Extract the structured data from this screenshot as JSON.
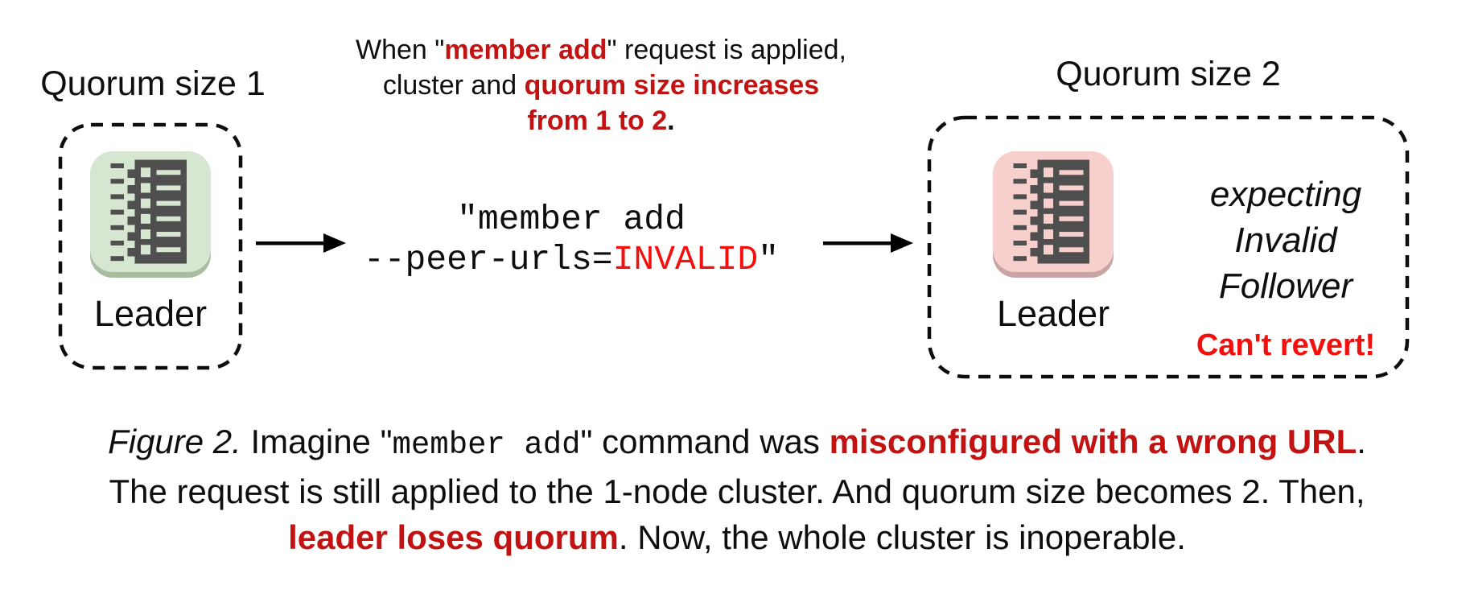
{
  "colors": {
    "red_accent": "#c21212",
    "red_bright": "#f50f0c",
    "node_green": "#d6e6d1",
    "node_green_shadow": "#a8bca0",
    "node_pink": "#f7d0ce",
    "node_pink_shadow": "#c8a5a4",
    "glyph_dark": "#4f4f4f",
    "text_black": "#0e0e0e"
  },
  "note": {
    "l1a": "When \"",
    "l1b": "member add",
    "l1c": "\" request is applied,",
    "l2a": "cluster and ",
    "l2b": "quorum size increases",
    "l3a": "from 1 to 2",
    "l3b": "."
  },
  "left_cluster": {
    "title": "Quorum size 1",
    "node_label": "Leader"
  },
  "command": {
    "l1": "\"member add",
    "l2a": "--peer-urls=",
    "l2b": "INVALID",
    "l2c": "\""
  },
  "right_cluster": {
    "title": "Quorum size 2",
    "node_label": "Leader",
    "expecting": [
      "expecting",
      "Invalid",
      "Follower"
    ],
    "warning": "Can't revert!"
  },
  "caption": {
    "l1_figure": "Figure 2.",
    "l1_a": " Imagine \"",
    "l1_code": "member add",
    "l1_b": "\" command was ",
    "l1_red": "misconfigured with a wrong URL",
    "l1_c": ".",
    "l2": "The request is still applied to the 1-node cluster. And quorum size becomes 2. Then,",
    "l3_red": "leader loses quorum",
    "l3_a": ". Now, the whole cluster is inoperable."
  }
}
